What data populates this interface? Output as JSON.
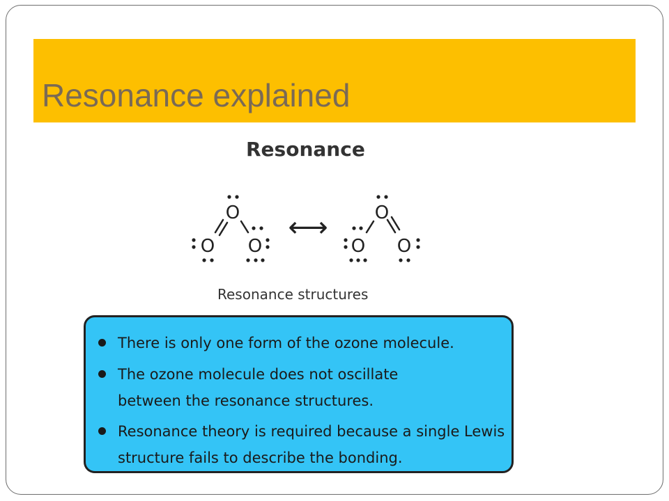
{
  "slide": {
    "title": "Resonance explained",
    "colors": {
      "title_bar": "#fdbf00",
      "title_text": "#7a6a55",
      "info_box": "#34c4f6"
    }
  },
  "figure": {
    "heading": "Resonance",
    "atom_symbol": "O",
    "arrow_symbol": "⟷",
    "caption": "Resonance structures"
  },
  "info_box": {
    "bullets": [
      "There is only one form of the ozone molecule.",
      "The ozone molecule does not oscillate between the resonance structures.",
      "Resonance theory is required because a single Lewis structure fails to describe the bonding."
    ]
  }
}
